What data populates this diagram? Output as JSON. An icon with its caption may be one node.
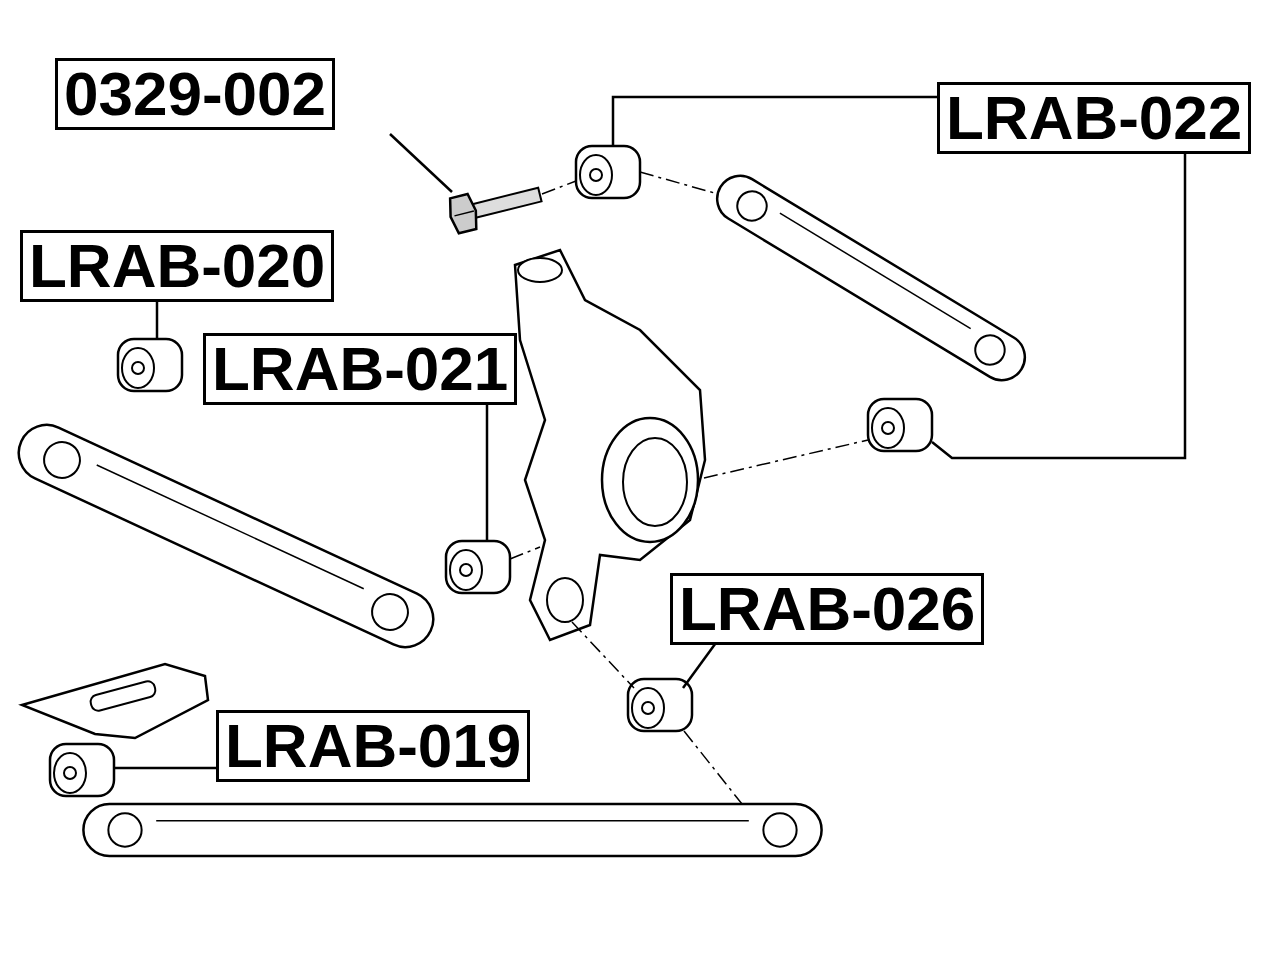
{
  "diagram": {
    "nodes": [
      {
        "text": [
          "0329-002"
        ]
      },
      {
        "text": [
          "LRAB-022"
        ]
      },
      {
        "text": [],
        "shape": "bar"
      },
      {
        "text": [],
        "shape": "cylinder"
      },
      {
        "text": [
          "LRAB-020"
        ]
      },
      {
        "text": [],
        "shape": "cylinder"
      },
      {
        "text": [
          "LRAB-021"
        ]
      },
      {
        "text": [],
        "shape": "cylinder"
      },
      {
        "text": [],
        "shape": "cylinder"
      },
      {
        "text": [
          "LRAB-026"
        ]
      },
      {
        "text": [],
        "shape": "cylinder"
      },
      {
        "text": [
          "LRAB-019"
        ]
      },
      {
        "text": [],
        "shape": "cylinder"
      },
      {
        "text": [],
        "shape": "bar"
      },
      {
        "text": [],
        "shape": "bar"
      },
      {
        "text": [],
        "shape": "picture"
      },
      {
        "text": [],
        "shape": "picture"
      },
      {
        "text": [],
        "shape": "bar"
      }
    ],
    "edges": [
      {
        "from": 0,
        "to": 2,
        "arrow": "none"
      },
      {
        "from": 1,
        "to": 3,
        "arrow": "none"
      },
      {
        "from": 1,
        "to": 7,
        "arrow": "none"
      },
      {
        "from": 4,
        "to": 5,
        "arrow": "none"
      },
      {
        "from": 6,
        "to": 8,
        "arrow": "none"
      },
      {
        "from": 9,
        "to": 10,
        "arrow": "none"
      },
      {
        "from": 11,
        "to": 12,
        "arrow": "none"
      },
      {
        "from": 2,
        "to": 3,
        "arrow": "none",
        "style": "dashed"
      },
      {
        "from": 3,
        "to": 13,
        "arrow": "none",
        "style": "dashed"
      },
      {
        "from": 15,
        "to": 7,
        "arrow": "none",
        "style": "dashed"
      },
      {
        "from": 8,
        "to": 15,
        "arrow": "none",
        "style": "dashed"
      },
      {
        "from": 15,
        "to": 10,
        "arrow": "none",
        "style": "dashed"
      },
      {
        "from": 10,
        "to": 17,
        "arrow": "none",
        "style": "dashed"
      }
    ]
  }
}
